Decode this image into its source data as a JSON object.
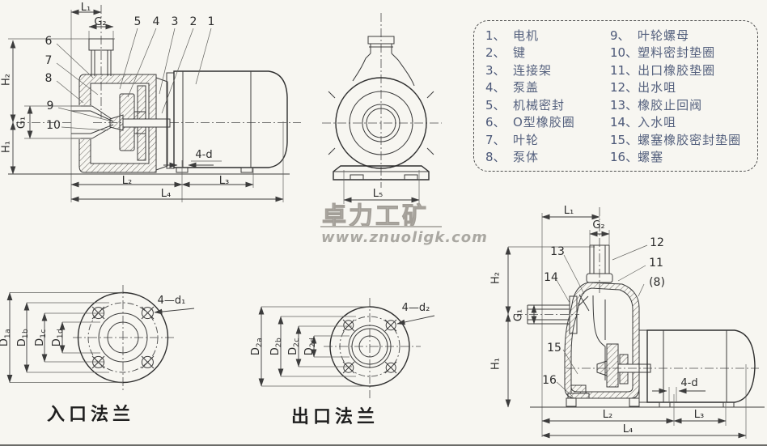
{
  "legend": {
    "items": [
      {
        "num": "1、",
        "label": "电机"
      },
      {
        "num": "2、",
        "label": "键"
      },
      {
        "num": "3、",
        "label": "连接架"
      },
      {
        "num": "4、",
        "label": "泵盖"
      },
      {
        "num": "5、",
        "label": "机械密封"
      },
      {
        "num": "6、",
        "label": "O型橡胶圈"
      },
      {
        "num": "7、",
        "label": "叶轮"
      },
      {
        "num": "8、",
        "label": "泵体"
      },
      {
        "num": "9、",
        "label": "叶轮螺母"
      },
      {
        "num": "10、",
        "label": "塑料密封垫圈"
      },
      {
        "num": "11、",
        "label": "出口橡胶垫圈"
      },
      {
        "num": "12、",
        "label": "出水咀"
      },
      {
        "num": "13、",
        "label": "橡胶止回阀"
      },
      {
        "num": "14、",
        "label": "入水咀"
      },
      {
        "num": "15、",
        "label": "螺塞橡胶密封垫圈"
      },
      {
        "num": "16、",
        "label": "螺塞"
      }
    ]
  },
  "watermark": {
    "brand": "卓力工矿",
    "url": "www.znuoligk.com"
  },
  "side_view": {
    "l1": "L₁",
    "g2": "G₂",
    "h2": "H₂",
    "g1": "G₁",
    "h1": "H₁",
    "l2": "L₂",
    "l3": "L₃",
    "l4": "L₄",
    "bolt_note": "4-d",
    "callouts": [
      "1",
      "2",
      "3",
      "4",
      "5",
      "6",
      "7",
      "8",
      "9",
      "10"
    ]
  },
  "front_view": {
    "l5": "L₅"
  },
  "inlet_flange": {
    "caption": "入口法兰",
    "bolt_note": "4—d₁",
    "dims": [
      {
        "b": "D",
        "s": "1a"
      },
      {
        "b": "D",
        "s": "1b"
      },
      {
        "b": "D",
        "s": "1c"
      },
      {
        "b": "D",
        "s": "1d"
      }
    ]
  },
  "outlet_flange": {
    "caption": "出口法兰",
    "bolt_note": "4—d₂",
    "dims": [
      {
        "b": "D",
        "s": "2a"
      },
      {
        "b": "D",
        "s": "2b"
      },
      {
        "b": "D",
        "s": "2c"
      },
      {
        "b": "D",
        "s": "2d"
      }
    ]
  },
  "priming_view": {
    "l1": "L₁",
    "g2": "G₂",
    "h2": "H₂",
    "g1": "G₁",
    "h1": "H₁",
    "l2": "L₂",
    "l3": "L₃",
    "l4": "L₄",
    "bolt_note": "4-d",
    "callouts": [
      "12",
      "11",
      "(8)",
      "13",
      "14",
      "15",
      "16"
    ]
  },
  "colors": {
    "paper": "#f7f6f1",
    "line": "#3c3c3c",
    "legend_text": "#55617e",
    "caption": "#1f1f1f",
    "watermark": "#b3b1ab"
  }
}
